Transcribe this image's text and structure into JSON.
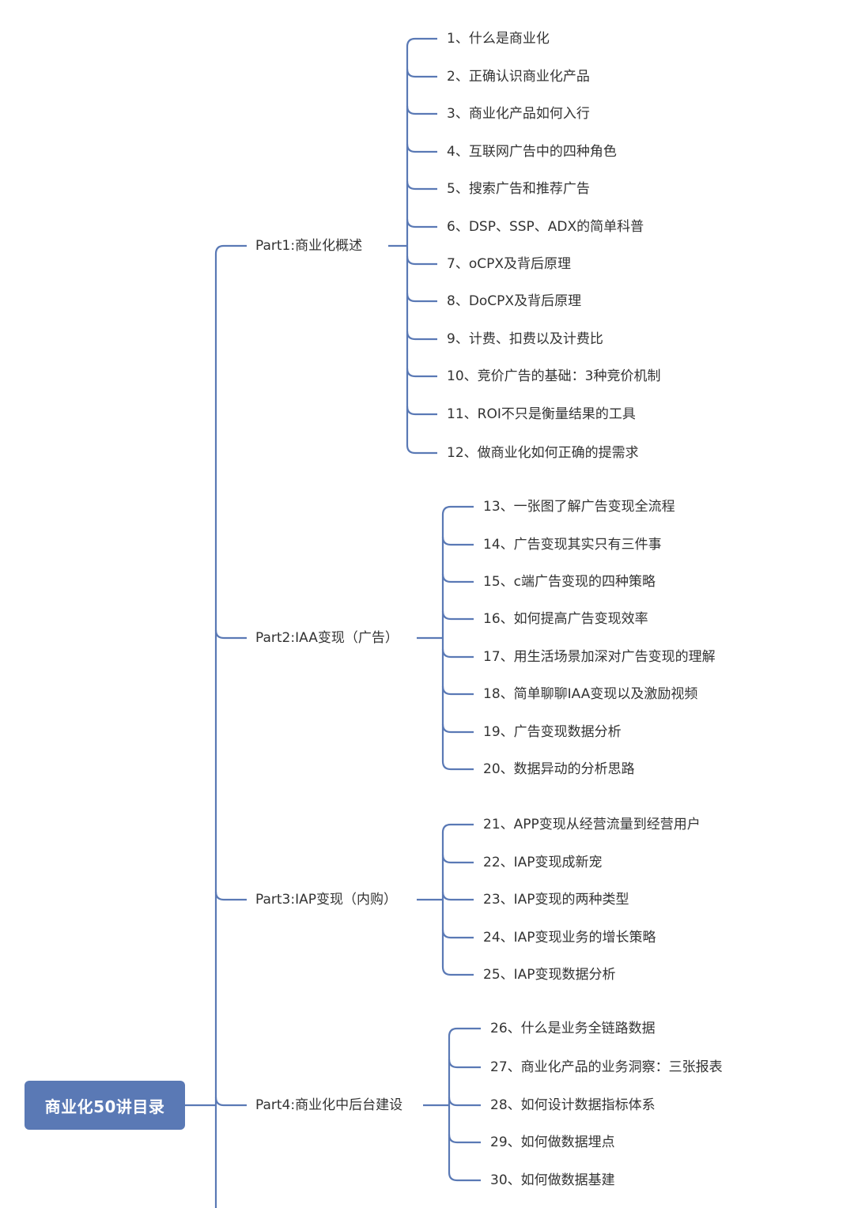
{
  "root": {
    "label": "商业化50讲目录"
  },
  "parts": [
    {
      "label": "Part1:商业化概述",
      "items": [
        "1、什么是商业化",
        "2、正确认识商业化产品",
        "3、商业化产品如何入行",
        "4、互联网广告中的四种角色",
        "5、搜索广告和推荐广告",
        "6、DSP、SSP、ADX的简单科普",
        "7、oCPX及背后原理",
        "8、DoCPX及背后原理",
        "9、计费、扣费以及计费比",
        "10、竞价广告的基础：3种竞价机制",
        "11、ROI不只是衡量结果的工具",
        "12、做商业化如何正确的提需求"
      ]
    },
    {
      "label": "Part2:IAA变现（广告）",
      "items": [
        "13、一张图了解广告变现全流程",
        "14、广告变现其实只有三件事",
        "15、c端广告变现的四种策略",
        "16、如何提高广告变现效率",
        "17、用生活场景加深对广告变现的理解",
        "18、简单聊聊IAA变现以及激励视频",
        "19、广告变现数据分析",
        "20、数据异动的分析思路"
      ]
    },
    {
      "label": "Part3:IAP变现（内购）",
      "items": [
        "21、APP变现从经营流量到经营用户",
        "22、IAP变现成新宠",
        "23、IAP变现的两种类型",
        "24、IAP变现业务的增长策略",
        "25、IAP变现数据分析"
      ]
    },
    {
      "label": "Part4:商业化中后台建设",
      "items": [
        "26、什么是业务全链路数据",
        "27、商业化产品的业务洞察：三张报表",
        "28、如何设计数据指标体系",
        "29、如何做数据埋点",
        "30、如何做数据基建"
      ]
    }
  ],
  "colors": {
    "line": "#5a79b5",
    "root_bg": "#5a79b5",
    "text": "#333333"
  }
}
